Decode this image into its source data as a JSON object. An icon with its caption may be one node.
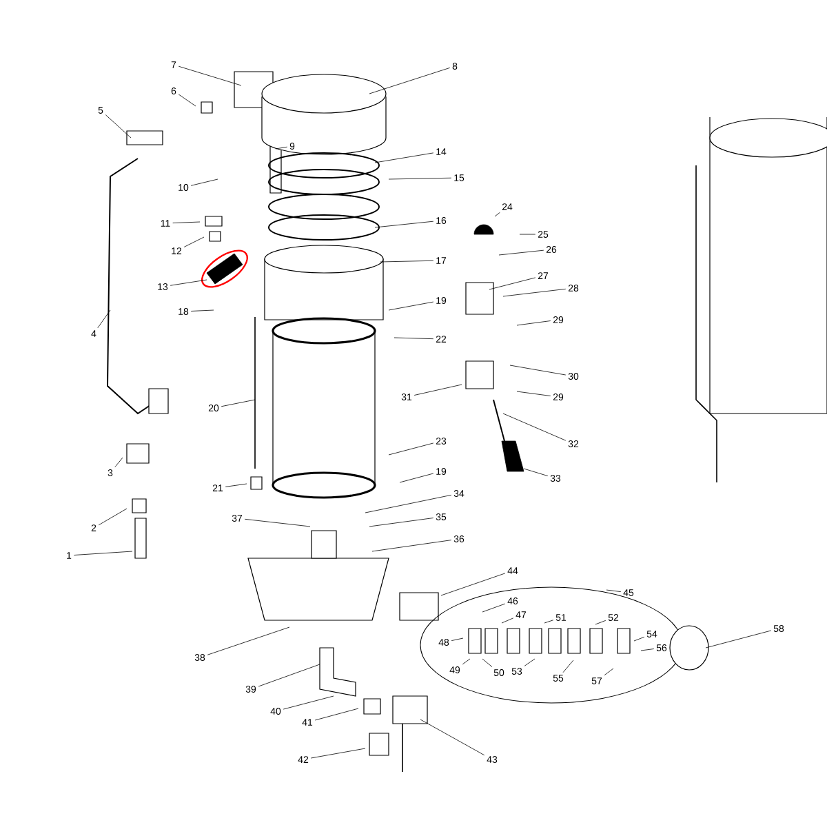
{
  "diagram": {
    "nodes": [
      {
        "text": [
          "1"
        ]
      },
      {
        "text": [
          "2"
        ]
      },
      {
        "text": [
          "3"
        ]
      },
      {
        "text": [
          "4"
        ]
      },
      {
        "text": [
          "5"
        ]
      },
      {
        "text": [
          "6"
        ]
      },
      {
        "text": [
          "7"
        ]
      },
      {
        "text": [
          "8"
        ]
      },
      {
        "text": [
          "9"
        ]
      },
      {
        "text": [
          "10"
        ]
      },
      {
        "text": [
          "11"
        ]
      },
      {
        "text": [
          "12"
        ]
      },
      {
        "text": [
          "13"
        ]
      },
      {
        "text": [
          "14"
        ]
      },
      {
        "text": [
          "15"
        ]
      },
      {
        "text": [
          "16"
        ]
      },
      {
        "text": [
          "17"
        ]
      },
      {
        "text": [
          "18"
        ]
      },
      {
        "text": [
          "19"
        ]
      },
      {
        "text": [
          "19"
        ]
      },
      {
        "text": [
          "20"
        ]
      },
      {
        "text": [
          "21"
        ]
      },
      {
        "text": [
          "22"
        ]
      },
      {
        "text": [
          "23"
        ]
      },
      {
        "text": [
          "24"
        ]
      },
      {
        "text": [
          "25"
        ]
      },
      {
        "text": [
          "26"
        ]
      },
      {
        "text": [
          "27"
        ]
      },
      {
        "text": [
          "28"
        ]
      },
      {
        "text": [
          "29"
        ]
      },
      {
        "text": [
          "29"
        ]
      },
      {
        "text": [
          "30"
        ]
      },
      {
        "text": [
          "31"
        ]
      },
      {
        "text": [
          "32"
        ]
      },
      {
        "text": [
          "33"
        ]
      },
      {
        "text": [
          "34"
        ]
      },
      {
        "text": [
          "35"
        ]
      },
      {
        "text": [
          "36"
        ]
      },
      {
        "text": [
          "37"
        ]
      },
      {
        "text": [
          "38"
        ]
      },
      {
        "text": [
          "39"
        ]
      },
      {
        "text": [
          "40"
        ]
      },
      {
        "text": [
          "41"
        ]
      },
      {
        "text": [
          "42"
        ]
      },
      {
        "text": [
          "43"
        ]
      },
      {
        "text": [
          "44"
        ]
      },
      {
        "text": [
          "45"
        ]
      },
      {
        "text": [
          "46"
        ]
      },
      {
        "text": [
          "47"
        ]
      },
      {
        "text": [
          "48"
        ]
      },
      {
        "text": [
          "49"
        ]
      },
      {
        "text": [
          "50"
        ]
      },
      {
        "text": [
          "51"
        ]
      },
      {
        "text": [
          "52"
        ]
      },
      {
        "text": [
          "53"
        ]
      },
      {
        "text": [
          "54"
        ]
      },
      {
        "text": [
          "55"
        ]
      },
      {
        "text": [
          "56"
        ]
      },
      {
        "text": [
          "57"
        ]
      },
      {
        "text": [
          "58"
        ]
      }
    ],
    "edges": [
      {
        "from": 0,
        "to": null,
        "arrow": "none"
      },
      {
        "from": 1,
        "to": null,
        "arrow": "none"
      },
      {
        "from": 2,
        "to": null,
        "arrow": "none"
      },
      {
        "from": 3,
        "to": null,
        "arrow": "none"
      },
      {
        "from": 4,
        "to": null,
        "arrow": "none"
      },
      {
        "from": 5,
        "to": null,
        "arrow": "none"
      },
      {
        "from": 6,
        "to": null,
        "arrow": "none"
      },
      {
        "from": 7,
        "to": null,
        "arrow": "none"
      },
      {
        "from": 8,
        "to": null,
        "arrow": "none"
      },
      {
        "from": 9,
        "to": null,
        "arrow": "none"
      },
      {
        "from": 10,
        "to": null,
        "arrow": "none"
      },
      {
        "from": 11,
        "to": null,
        "arrow": "none"
      },
      {
        "from": 12,
        "to": null,
        "arrow": "none"
      },
      {
        "from": 13,
        "to": null,
        "arrow": "none"
      },
      {
        "from": 14,
        "to": null,
        "arrow": "none"
      },
      {
        "from": 15,
        "to": null,
        "arrow": "none"
      },
      {
        "from": 16,
        "to": null,
        "arrow": "none"
      },
      {
        "from": 17,
        "to": null,
        "arrow": "none"
      },
      {
        "from": 18,
        "to": null,
        "arrow": "none"
      },
      {
        "from": 19,
        "to": null,
        "arrow": "none"
      },
      {
        "from": 20,
        "to": null,
        "arrow": "none"
      },
      {
        "from": 21,
        "to": null,
        "arrow": "none"
      },
      {
        "from": 22,
        "to": null,
        "arrow": "none"
      },
      {
        "from": 23,
        "to": null,
        "arrow": "none"
      },
      {
        "from": 24,
        "to": null,
        "arrow": "none"
      },
      {
        "from": 25,
        "to": null,
        "arrow": "none"
      },
      {
        "from": 26,
        "to": null,
        "arrow": "none"
      },
      {
        "from": 27,
        "to": null,
        "arrow": "none"
      },
      {
        "from": 28,
        "to": null,
        "arrow": "none"
      },
      {
        "from": 29,
        "to": null,
        "arrow": "none"
      },
      {
        "from": 30,
        "to": null,
        "arrow": "none"
      },
      {
        "from": 31,
        "to": null,
        "arrow": "none"
      },
      {
        "from": 32,
        "to": null,
        "arrow": "none"
      },
      {
        "from": 33,
        "to": null,
        "arrow": "none"
      },
      {
        "from": 34,
        "to": null,
        "arrow": "none"
      },
      {
        "from": 35,
        "to": null,
        "arrow": "none"
      },
      {
        "from": 36,
        "to": null,
        "arrow": "none"
      },
      {
        "from": 37,
        "to": null,
        "arrow": "none"
      },
      {
        "from": 38,
        "to": null,
        "arrow": "none"
      },
      {
        "from": 39,
        "to": null,
        "arrow": "none"
      },
      {
        "from": 40,
        "to": null,
        "arrow": "none"
      },
      {
        "from": 41,
        "to": null,
        "arrow": "none"
      },
      {
        "from": 42,
        "to": null,
        "arrow": "none"
      },
      {
        "from": 43,
        "to": null,
        "arrow": "none"
      },
      {
        "from": 44,
        "to": null,
        "arrow": "none"
      },
      {
        "from": 45,
        "to": null,
        "arrow": "none"
      },
      {
        "from": 46,
        "to": null,
        "arrow": "none"
      },
      {
        "from": 47,
        "to": null,
        "arrow": "none"
      },
      {
        "from": 48,
        "to": null,
        "arrow": "none"
      },
      {
        "from": 49,
        "to": null,
        "arrow": "none"
      },
      {
        "from": 50,
        "to": null,
        "arrow": "none"
      },
      {
        "from": 51,
        "to": null,
        "arrow": "none"
      },
      {
        "from": 52,
        "to": null,
        "arrow": "none"
      },
      {
        "from": 53,
        "to": null,
        "arrow": "none"
      },
      {
        "from": 54,
        "to": null,
        "arrow": "none"
      },
      {
        "from": 55,
        "to": null,
        "arrow": "none"
      },
      {
        "from": 56,
        "to": null,
        "arrow": "none"
      },
      {
        "from": 57,
        "to": null,
        "arrow": "none"
      },
      {
        "from": 58,
        "to": null,
        "arrow": "none"
      },
      {
        "from": 59,
        "to": null,
        "arrow": "none"
      }
    ]
  }
}
